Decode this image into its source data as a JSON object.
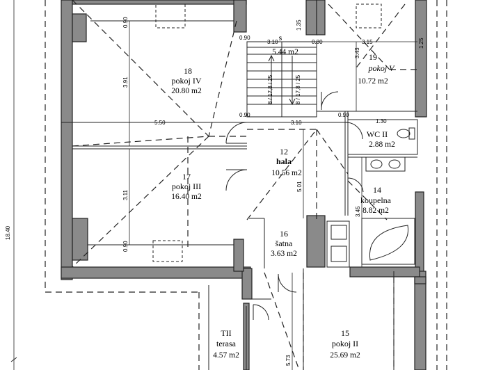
{
  "rooms": [
    {
      "id": "r18",
      "number": "18",
      "name": "pokoj IV",
      "area": "20.80 m2"
    },
    {
      "id": "r19",
      "number": "19",
      "name": "pokoj  V",
      "area": "10.72 m2"
    },
    {
      "id": "rs",
      "number": "s",
      "name": "",
      "area": "5.44 m2"
    },
    {
      "id": "r12",
      "number": "12",
      "name": "hala",
      "area": "10.56 m2"
    },
    {
      "id": "rwc",
      "number": "",
      "name": "WC II",
      "area": "2.88 m2"
    },
    {
      "id": "r17",
      "number": "17",
      "name": "pokoj III",
      "area": "16.40 m2"
    },
    {
      "id": "r14",
      "number": "14",
      "name": "koupelna",
      "area": "8.82 m2"
    },
    {
      "id": "r16",
      "number": "16",
      "name": "šatna",
      "area": "3.63 m2"
    },
    {
      "id": "r15",
      "number": "15",
      "name": "pokoj II",
      "area": "25.69 m2"
    },
    {
      "id": "rtii",
      "number": "TII",
      "name": "terasa",
      "area": "4.57 m2"
    }
  ],
  "dimensions": {
    "overall_height": "18.40",
    "corridor_width": "5.50",
    "hall_width": "3.10",
    "stair_width_top": "3.10",
    "room19_width": "3.15",
    "room19_height": "3.43",
    "room18_height": "3.91",
    "room17_height": "3.11",
    "hall_height": "5.01",
    "bath_height": "3.45",
    "wc_width": "1.30",
    "room15_height": "5.73",
    "stair_step_left": "8 / 17,8 / 25",
    "stair_step_right": "8 / 17,8 / 25",
    "small_090_a": "0.90",
    "small_090_b": "0.90",
    "small_090_c": "0.90",
    "small_090_d": "0.90",
    "small_090_e": "0.90",
    "small_135": "1.35",
    "small_125": "1.25",
    "small_080": "0.80"
  }
}
